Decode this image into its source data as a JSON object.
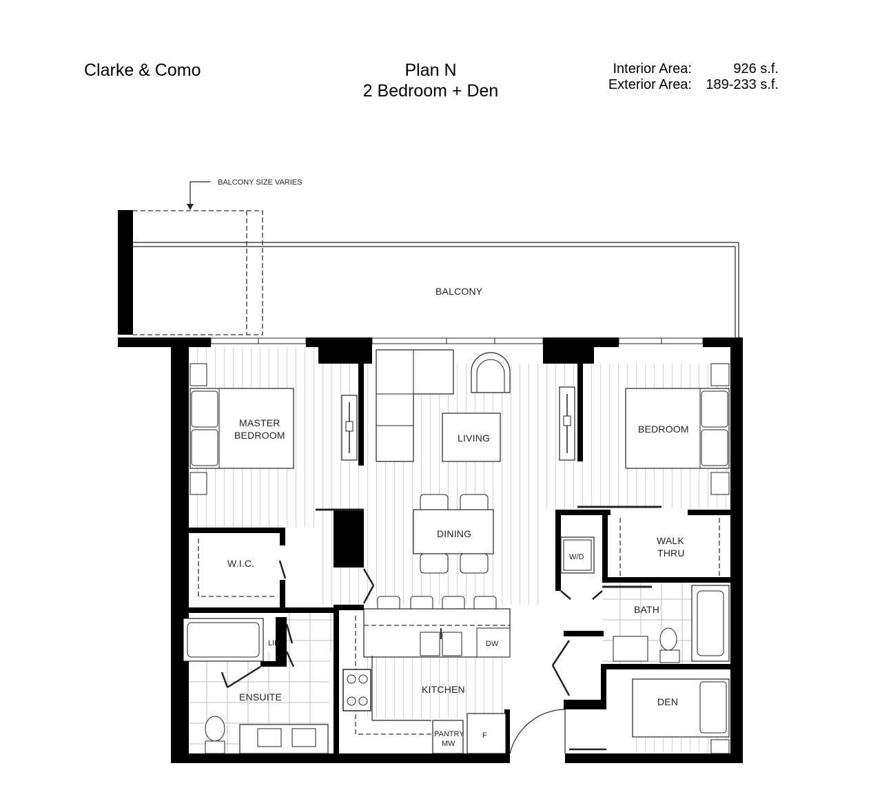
{
  "header": {
    "project": "Clarke & Como",
    "plan_name": "Plan N",
    "plan_type": "2 Bedroom + Den",
    "interior_label": "Interior Area:",
    "interior_value": "926 s.f.",
    "exterior_label": "Exterior Area:",
    "exterior_value": "189-233 s.f."
  },
  "annotation": {
    "balcony_note": "BALCONY SIZE VARIES"
  },
  "rooms": {
    "balcony": "BALCONY",
    "master_line1": "MASTER",
    "master_line2": "BEDROOM",
    "living": "LIVING",
    "bedroom": "BEDROOM",
    "dining": "DINING",
    "wic": "W.I.C.",
    "wd": "W/D",
    "walk_line1": "WALK",
    "walk_line2": "THRU",
    "bath": "BATH",
    "lin": "LIN",
    "dw": "DW",
    "ensuite": "ENSUITE",
    "kitchen": "KITCHEN",
    "den": "DEN",
    "pantry": "PANTRY",
    "mw": "MW",
    "fridge": "F"
  }
}
